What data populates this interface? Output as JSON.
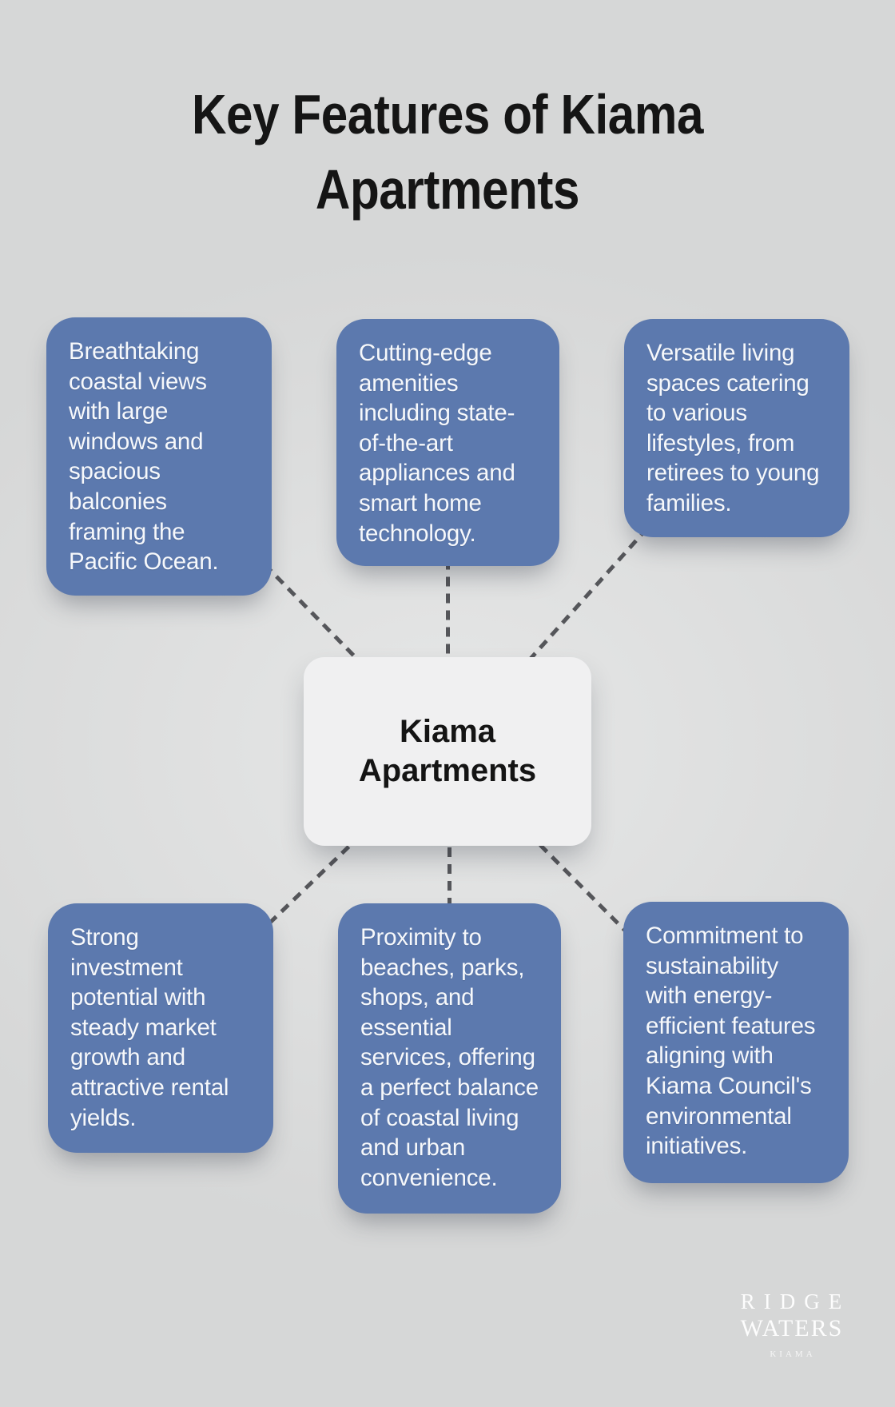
{
  "title": "Key Features of Kiama\nApartments",
  "center_node": {
    "label": "Kiama\nApartments"
  },
  "features": [
    {
      "position": "top-left",
      "text": "Breathtaking\ncoastal views\nwith large\nwindows and\nspacious\nbalconies\nframing the\nPacific Ocean."
    },
    {
      "position": "top-middle",
      "text": "Cutting-edge\namenities\nincluding state-\nof-the-art\nappliances and\nsmart home\ntechnology."
    },
    {
      "position": "top-right",
      "text": "Versatile living\nspaces catering\nto various\nlifestyles, from\nretirees to young\nfamilies."
    },
    {
      "position": "bottom-left",
      "text": "Strong\ninvestment\npotential with\nsteady market\ngrowth and\nattractive rental\nyields."
    },
    {
      "position": "bottom-middle",
      "text": "Proximity to\nbeaches, parks,\nshops, and\nessential\nservices, offering\na perfect balance\nof coastal living\nand urban\nconvenience."
    },
    {
      "position": "bottom-right",
      "text": "Commitment to\nsustainability\nwith energy-\nefficient features\naligning with\nKiama Council's\nenvironmental\ninitiatives."
    }
  ],
  "logo": {
    "line1": "RIDGE",
    "line2": "WATERS",
    "line3": "KIAMA"
  },
  "colors": {
    "background": "#dadbdb",
    "card_blue": "#5c79ae",
    "card_text": "#f6f8fb",
    "center_card": "#f0f0f1",
    "connector_dash": "#55565a",
    "title_text": "#151515",
    "logo_text": "#fdfdfd"
  }
}
